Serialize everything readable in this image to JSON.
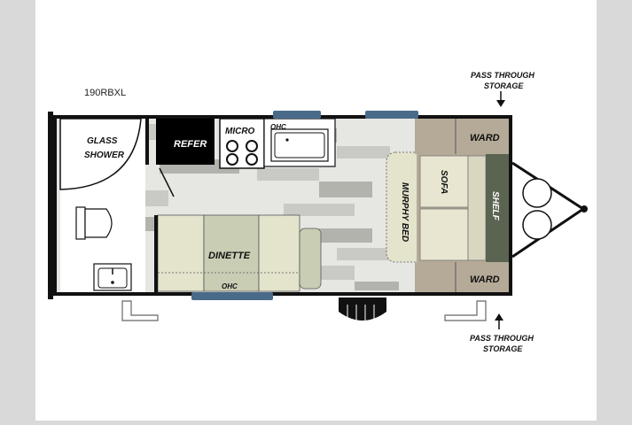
{
  "model": "190RBXL",
  "labels": {
    "glass_shower_1": "GLASS",
    "glass_shower_2": "SHOWER",
    "refer": "REFER",
    "micro": "MICRO",
    "ohc_top": "OHC",
    "ohc_bottom": "OHC",
    "dinette": "DINETTE",
    "murphy_bed": "MURPHY BED",
    "sofa": "SOFA",
    "shelf": "SHELF",
    "ward_top": "WARD",
    "ward_bottom": "WARD"
  },
  "annotations": {
    "pass_top_1": "PASS THROUGH",
    "pass_top_2": "STORAGE",
    "pass_bottom_1": "PASS THROUGH",
    "pass_bottom_2": "STORAGE"
  },
  "colors": {
    "wall": "#111111",
    "floor_light": "#e6e6e2",
    "floor_mid": "#c9c9c5",
    "floor_dark": "#b3b3ae",
    "cushion": "#e4e3cc",
    "cushion_green": "#c9cdb4",
    "ward": "#b5aa97",
    "sofa": "#e8e6d0",
    "shelf": "#5a6450",
    "window": "#4a6a8a",
    "refer": "#000000"
  }
}
